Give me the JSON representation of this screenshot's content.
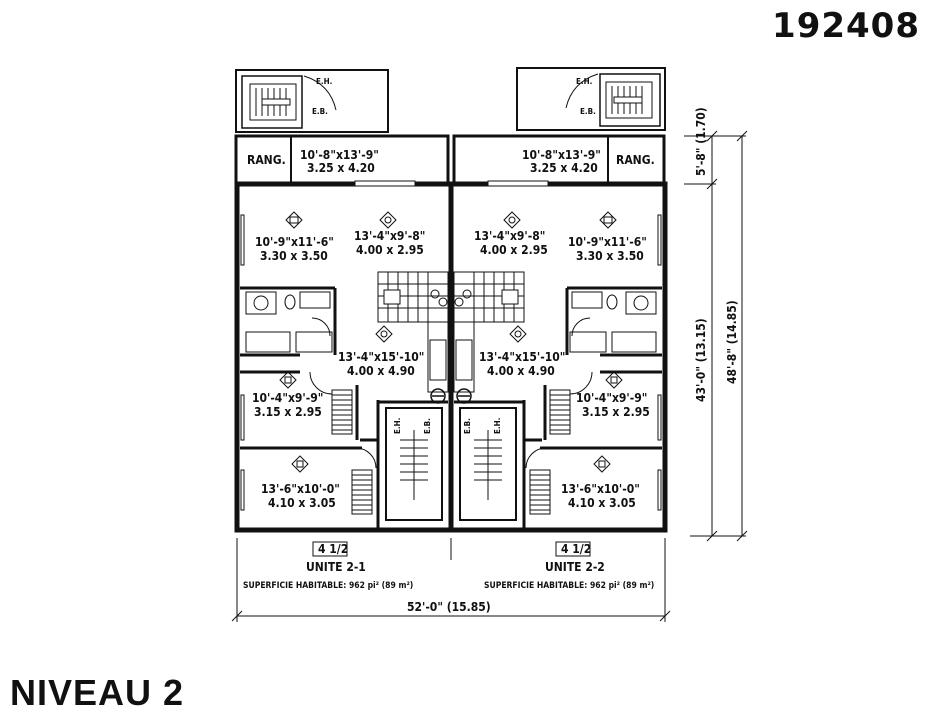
{
  "plan_id": "192408",
  "level": "NIVEAU 2",
  "units": [
    {
      "type": "4 1/2",
      "name": "UNITE 2-1",
      "area": "SUPERFICIE HABITABLE: 962 pi² (89 m²)"
    },
    {
      "type": "4 1/2",
      "name": "UNITE 2-2",
      "area": "SUPERFICIE HABITABLE: 962 pi² (89 m²)"
    }
  ],
  "labels": {
    "storage": "RANG.",
    "eh": "E.H.",
    "eb": "E.B."
  },
  "rooms": {
    "balcony": {
      "imperial": "10'-8\"x13'-9\"",
      "metric": "3.25 x 4.20"
    },
    "living": {
      "imperial": "10'-9\"x11'-6\"",
      "metric": "3.30 x 3.50"
    },
    "dining": {
      "imperial": "13'-4\"x9'-8\"",
      "metric": "4.00 x 2.95"
    },
    "kitchen": {
      "imperial": "13'-4\"x15'-10\"",
      "metric": "4.00 x 4.90"
    },
    "bedroom1": {
      "imperial": "10'-4\"x9'-9\"",
      "metric": "3.15 x 2.95"
    },
    "bedroom2": {
      "imperial": "13'-6\"x10'-0\"",
      "metric": "4.10 x 3.05"
    }
  },
  "dimensions": {
    "width": "52'-0\"  (15.85)",
    "depth_total": "48'-8\" (14.85)",
    "depth_main": "43'-0\" (13.15)",
    "depth_balcony": "5'-8\" (1.70)"
  }
}
